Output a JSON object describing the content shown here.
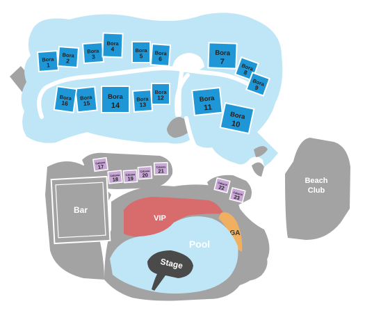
{
  "colors": {
    "water": "#bfe6f6",
    "gray": "#a3a3a3",
    "bora": "#1f97d6",
    "cabana": "#c9a8d8",
    "vip": "#d86b6b",
    "ga": "#f1b061",
    "stage": "#4a4a4a"
  },
  "bora_prefix": "Bora",
  "boras": [
    {
      "id": "bora-1",
      "number": "1"
    },
    {
      "id": "bora-2",
      "number": "2"
    },
    {
      "id": "bora-3",
      "number": "3"
    },
    {
      "id": "bora-4",
      "number": "4"
    },
    {
      "id": "bora-5",
      "number": "5"
    },
    {
      "id": "bora-6",
      "number": "6"
    },
    {
      "id": "bora-7",
      "number": "7"
    },
    {
      "id": "bora-8",
      "number": "8"
    },
    {
      "id": "bora-9",
      "number": "9"
    },
    {
      "id": "bora-10",
      "number": "10"
    },
    {
      "id": "bora-11",
      "number": "11"
    },
    {
      "id": "bora-12",
      "number": "12"
    },
    {
      "id": "bora-13",
      "number": "13"
    },
    {
      "id": "bora-14",
      "number": "14"
    },
    {
      "id": "bora-15",
      "number": "15"
    },
    {
      "id": "bora-16",
      "number": "16"
    }
  ],
  "cabana_prefix": "Cabana",
  "cabanas": [
    {
      "id": "cabana-17",
      "number": "17"
    },
    {
      "id": "cabana-18",
      "number": "18"
    },
    {
      "id": "cabana-19",
      "number": "19"
    },
    {
      "id": "cabana-20",
      "number": "20"
    },
    {
      "id": "cabana-21",
      "number": "21"
    },
    {
      "id": "cabana-22",
      "number": "22"
    },
    {
      "id": "cabana-23",
      "number": "23"
    }
  ],
  "areas": {
    "bar": "Bar",
    "beach_club_line1": "Beach",
    "beach_club_line2": "Club",
    "vip": "VIP",
    "ga": "GA",
    "pool": "Pool",
    "stage": "Stage"
  }
}
